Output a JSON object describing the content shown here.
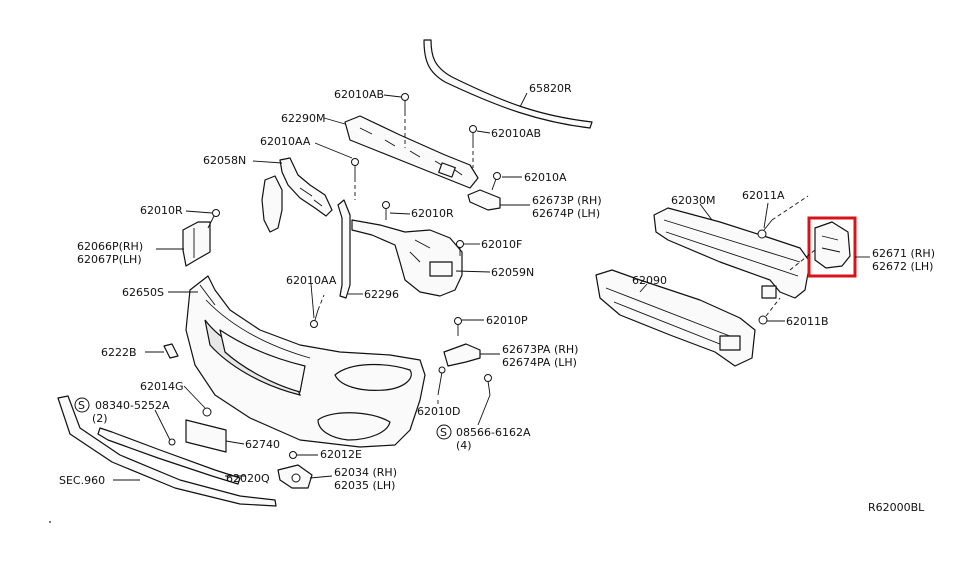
{
  "diagram_id": "R62000BL",
  "highlight_color": "#d6151b",
  "labels": {
    "p65820R": "65820R",
    "p62010AB_top": "62010AB",
    "p62290M": "62290M",
    "p62010AB_right": "62010AB",
    "p62010AA_top": "62010AA",
    "p62058N": "62058N",
    "p62010A": "62010A",
    "p62673P": "62673P (RH)",
    "p62674P": "62674P (LH)",
    "p62010R_left": "62010R",
    "p62010R_mid": "62010R",
    "p62066P": "62066P(RH)",
    "p62067P": "62067P(LH)",
    "p62010F": "62010F",
    "p62059N": "62059N",
    "p62010AA_bot": "62010AA",
    "p62296": "62296",
    "p62650S": "62650S",
    "p62010P": "62010P",
    "p62673PA": "62673PA (RH)",
    "p62674PA": "62674PA (LH)",
    "p6222B": "6222B",
    "p62014G": "62014G",
    "p08340": "08340-5252A",
    "p08340_qty": "(2)",
    "p08340_mark": "S",
    "p62010D": "62010D",
    "p08566": "08566-6162A",
    "p08566_qty": "(4)",
    "p08566_mark": "S",
    "p62740": "62740",
    "p62012E": "62012E",
    "p62034": "62034 (RH)",
    "p62035": "62035 (LH)",
    "p62020Q": "62020Q",
    "pSEC960": "SEC.960",
    "p62030M": "62030M",
    "p62011A": "62011A",
    "p62671": "62671 (RH)",
    "p62672": "62672 (LH)",
    "p62090": "62090",
    "p62011B": "62011B"
  }
}
